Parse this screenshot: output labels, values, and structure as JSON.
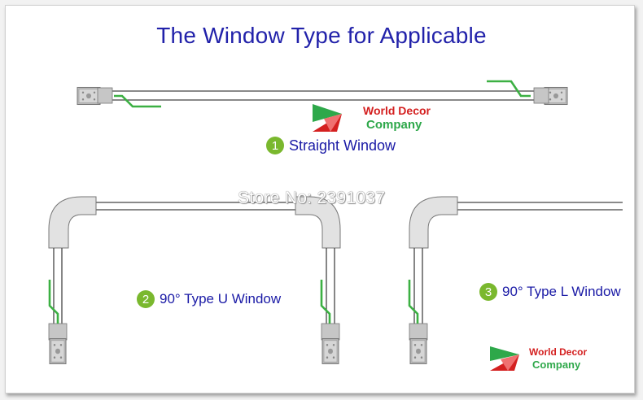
{
  "title": "The Window Type for Applicable",
  "types": [
    {
      "number": "1",
      "label": "Straight Window"
    },
    {
      "number": "2",
      "label": "90° Type U Window"
    },
    {
      "number": "3",
      "label": "90° Type L Window"
    }
  ],
  "brand": {
    "line1": "World Decor",
    "line2": "Company"
  },
  "watermark": "Store No: 2391037",
  "colors": {
    "title": "#2222aa",
    "number_badge": "#7ab82e",
    "wire": "#3cb043",
    "brand_red": "#d42020",
    "brand_green": "#2ea84a"
  }
}
